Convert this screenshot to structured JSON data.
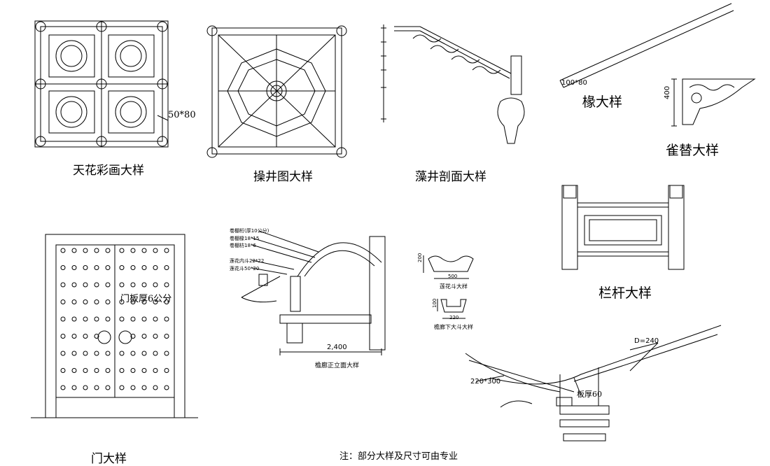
{
  "labels": {
    "ceiling_painting": "天花彩画大样",
    "ceiling_dim": "50*80",
    "caisson_plan": "操井图大样",
    "caisson_section": "藻井剖面大样",
    "rafter": "椽大样",
    "rafter_dim": "100*80",
    "sparrow_brace": "雀替大样",
    "sparrow_dim": "400",
    "railing": "栏杆大样",
    "door_thickness": "门板厚6公分",
    "door_title_partial": "门大样",
    "eave_callout_1": "卷棚桁(厚10公分)",
    "eave_callout_2": "卷棚椽18*15",
    "eave_callout_3": "卷棚枋18*6",
    "eave_callout_4": "莲花内斗22*22",
    "eave_callout_5": "莲花斗50*20",
    "eave_width": "2,400",
    "eave_title": "檐廊正立面大样",
    "lotus_bracket": "莲花斗大样",
    "lotus_dim_h": "200",
    "lotus_dim_w": "500",
    "eave_lower_bracket": "檐廊下大斗大样",
    "eave_lower_dim_h": "100",
    "eave_lower_dim_w": "220",
    "roof_d": "D=240",
    "roof_section": "220*300",
    "board_thickness": "板厚60",
    "note_partial": "注：部分大样及尺寸可由专业"
  }
}
